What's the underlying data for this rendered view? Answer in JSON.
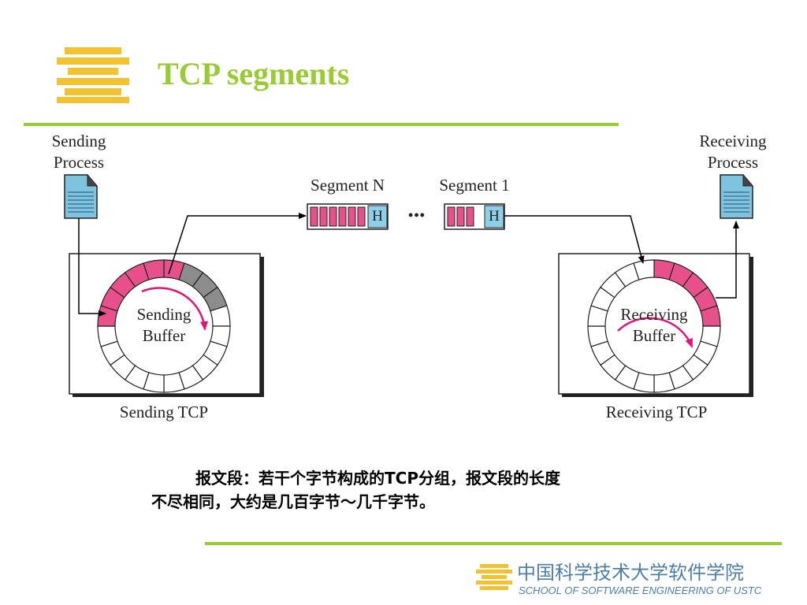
{
  "slide": {
    "title": "TCP segments",
    "caption_line1": "报文段：若干个字节构成的TCP分组，报文段的长度",
    "caption_line2": "不尽相同，大约是几百字节～几千字节。"
  },
  "diagram": {
    "sending_process_line1": "Sending",
    "sending_process_line2": "Process",
    "receiving_process_line1": "Receiving",
    "receiving_process_line2": "Process",
    "segment_n": "Segment N",
    "segment_1": "Segment 1",
    "header_label": "H",
    "ellipsis": "•••",
    "sending_buffer_line1": "Sending",
    "sending_buffer_line2": "Buffer",
    "receiving_buffer_line1": "Receiving",
    "receiving_buffer_line2": "Buffer",
    "sending_tcp": "Sending TCP",
    "receiving_tcp": "Receiving TCP"
  },
  "footer": {
    "school_cn": "中国科学技术大学软件学院",
    "school_en": "SCHOOL OF SOFTWARE ENGINEERING OF USTC"
  },
  "colors": {
    "accent_green": "#99cc33",
    "logo_gold": "#f2c230",
    "segment_pink": "#e8508c",
    "header_blue": "#8fd0e8",
    "sent_gray": "#8c8c8c",
    "footer_blue": "#4d7fa8"
  }
}
